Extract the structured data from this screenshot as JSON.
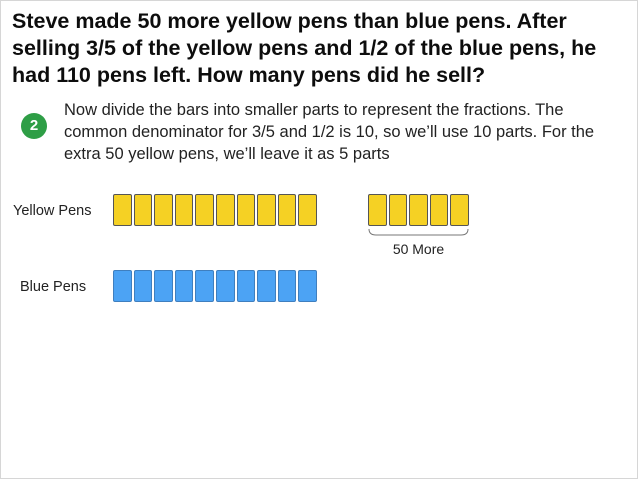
{
  "problem": {
    "text": "Steve made 50 more yellow pens than blue pens. After selling 3/5 of the yellow pens and 1/2 of the blue pens, he had 110 pens left. How many pens did he sell?"
  },
  "step": {
    "number": "2",
    "text": "Now divide the bars into smaller parts to represent the fractions. The common denominator for 3/5 and 1/2 is 10, so we’ll use 10 parts. For the extra 50 yellow pens, we’ll leave it as 5 parts"
  },
  "bars": {
    "yellow_label": "Yellow Pens",
    "blue_label": "Blue Pens",
    "yellow_parts": 10,
    "extra_parts": 5,
    "blue_parts": 10,
    "extra_label": "50 More"
  },
  "colors": {
    "yellow": "#f5d124",
    "blue": "#4ca3f4",
    "badge": "#2e9e46"
  }
}
